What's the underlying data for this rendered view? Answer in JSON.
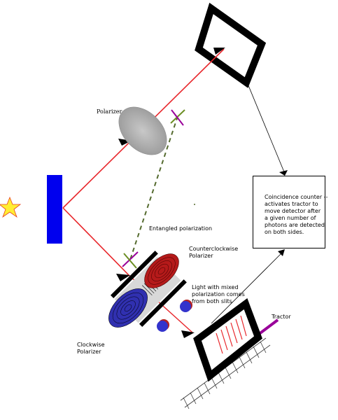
{
  "labels": {
    "polarizer": "Polarizer",
    "entangled": "Entangled polarization",
    "counterclockwise": "Counterclockwise\nPolarizer",
    "mixed_light": "Light with mixed\npolarization comes\nfrom both slits",
    "clockwise": "Clockwise\nPolarizer",
    "tractor": "Tractor"
  },
  "counter": {
    "text": "Coincidence counter --\nactivates tractor to\nmove detector after\na given number of\nphotons are detected\non both sides."
  },
  "colors": {
    "beam": "#e8262b",
    "splitter": "#0000ee",
    "star_fill": "#ffee33",
    "star_stroke": "#e84020",
    "entangled_dash": "#556b2f",
    "cross_purple": "#990099",
    "cross_green": "#6b8e23",
    "red_polarizer": "#b51a1a",
    "blue_polarizer": "#3030b0",
    "detector": "#000000",
    "track": "#333333"
  }
}
